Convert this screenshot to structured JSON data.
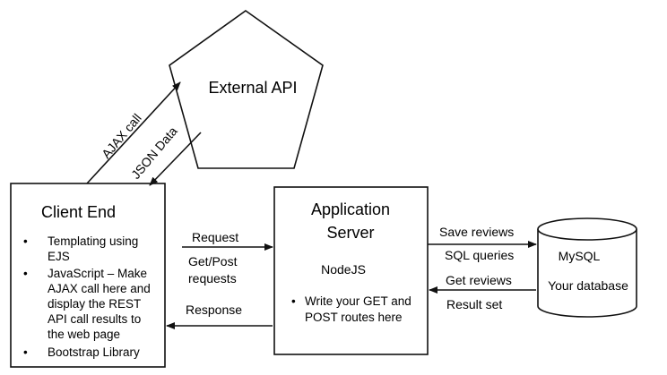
{
  "external_api": {
    "title": "External API"
  },
  "client": {
    "title": "Client End",
    "bullets": [
      [
        "Templating using",
        "EJS"
      ],
      [
        "JavaScript – Make",
        "AJAX call here and",
        "display the REST",
        "API call results to",
        "the web page"
      ],
      [
        "Bootstrap Library"
      ]
    ]
  },
  "server": {
    "title_line1": "Application",
    "title_line2": "Server",
    "subtitle": "NodeJS",
    "bullet": [
      "Write your GET and",
      "POST routes here"
    ]
  },
  "database": {
    "name": "MySQL",
    "subtitle": "Your database"
  },
  "arrows": {
    "ajax": "AJAX call",
    "json": "JSON Data",
    "request": "Request",
    "get_post_1": "Get/Post",
    "get_post_2": "requests",
    "response": "Response",
    "save_reviews": "Save reviews",
    "sql_queries": "SQL queries",
    "get_reviews": "Get reviews",
    "result_set": "Result set"
  },
  "colors": {
    "line": "#111111",
    "background": "#ffffff"
  }
}
